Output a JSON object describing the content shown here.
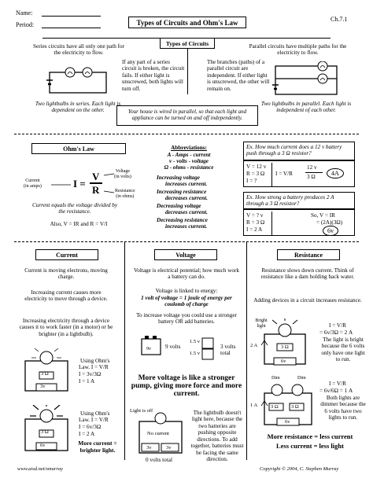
{
  "header": {
    "name_label": "Name:",
    "period_label": "Period:",
    "chapter": "Ch.7.1",
    "title": "Types of Circuits and Ohm's Law"
  },
  "circuits": {
    "box_title": "Types of Circuits",
    "series_intro": "Series circuits have all only one path for the electricity to flow.",
    "series_caption": "Two lightbulbs in series. Each light is dependent on the other.",
    "series_fail": "If any part of a series circuit is broken, the circuit fails. If either light is unscrewed, both lights will turn off.",
    "parallel_branches": "The branches (paths) of a parallel circuit are independent. If either light is unscrewed, the other will remain on.",
    "parallel_intro": "Parallel circuits have multiple paths for the electricity to flow.",
    "parallel_caption": "Two lightbulbs in parallel. Each light is independent of each other.",
    "house_note": "Your house is wired in parallel, so that each light and appliance can be turned on and off independently."
  },
  "ohms": {
    "box_title": "Ohm's Law",
    "current_label": "Current\n(in amps)",
    "voltage_label": "Voltage\n(in volts)",
    "resistance_label": "Resistance\n(in ohms)",
    "eq_I": "I =",
    "eq_V": "V",
    "eq_R": "R",
    "desc": "Current equals the voltage divided by the resistance.",
    "also": "Also, V = IR  and  R = V/I",
    "abbr_title": "Abbreviations:",
    "abbr_A": "A - Amps - current",
    "abbr_v": "v - volts - voltage",
    "abbr_o": "Ω - ohms - resistance",
    "rule1a": "Increasing voltage",
    "rule1b": "increases current.",
    "rule2a": "Increasing resistance",
    "rule2b": "decreases current.",
    "rule3a": "Decreasing voltage",
    "rule3b": "decreases current.",
    "rule4a": "Decreasing resistance",
    "rule4b": "increases current.",
    "ex1_q": "Ex. How much current does a 12 v battery push through a 3 Ω resistor?",
    "ex1_l1": "V = 12 v",
    "ex1_l2": "R = 3 Ω",
    "ex1_l3": "I = ?",
    "ex1_eq": "I = V/R",
    "ex1_num": "12 v",
    "ex1_den": "3 Ω",
    "ex1_ans": "4A",
    "ex2_q": "Ex. How strong a battery produces 2 A through a 3 Ω resistor?",
    "ex2_l1": "V = ? v",
    "ex2_l2": "R = 3 Ω",
    "ex2_l3": "I = 2 A",
    "ex2_r1": "So, V = IR",
    "ex2_r2": "= (2A)(3Ω)",
    "ex2_ans": "6v"
  },
  "current": {
    "box_title": "Current",
    "p1": "Current is moving electrons, moving charge.",
    "p2": "Increasing current causes more electricity to move through a device.",
    "p3": "Increasing electricity through a device causes it to work faster (in a motor) or be brighter (in a lightbulb).",
    "c1_l1": "Using Ohm's",
    "c1_l2": "Law. I = V/R",
    "c1_l3": "I = 3v/3Ω",
    "c1_l4": "I = 1 A",
    "c1_res": "3 Ω",
    "c1_bat": "3v",
    "c2_l1": "Using Ohm's",
    "c2_l2": "Law. I = V/R",
    "c2_l3": "I = 6v/3Ω",
    "c2_l4": "I = 2 A",
    "c2_res": "3 Ω",
    "c2_bat": "6v",
    "more": "More current = brighter light."
  },
  "voltage": {
    "box_title": "Voltage",
    "p1": "Voltage is electrical potential; how much work a battery can do.",
    "p2a": "Voltage is linked to energy:",
    "p2b": "1 volt of voltage = 1 joule of energy per coulomb of charge",
    "p3": "To increase voltage you could use a stronger battery OR add batteries.",
    "bat9": "9 volts",
    "bat15a": "1.5 v",
    "bat15b": "1.5 v",
    "bat3": "3 volts total",
    "big": "More voltage is like a stronger pump, giving more force and more current.",
    "light_off": "Light is off",
    "no_current": "No current",
    "bat3a": "3v",
    "bat3b": "3v",
    "zero": "0 volts total",
    "explain": "The lightbulb doesn't light here, because the two batteries are pushing opposite directions. To add together, batteries must be facing the same direction."
  },
  "resistance": {
    "box_title": "Resistance",
    "p1": "Resistance slows down current. Think of resistance like a dam holding back water.",
    "p2": "Adding devices in a circuit increases resistance.",
    "bright": "Bright light",
    "amp2": "2 A",
    "r1": "3 Ω",
    "bat1": "6v",
    "e1_l1": "I = V/R",
    "e1_l2": "= 6v/3Ω = 2 A",
    "e1_l3": "The light is bright because the 6 volts only have one light to run.",
    "dim1": "Dim",
    "dim2": "Dim",
    "amp1": "1 A",
    "r2a": "3 Ω",
    "r2b": "3 Ω",
    "bat2": "6v",
    "e2_l1": "I = V/R",
    "e2_l2": "= 6v/6Ω = 1 A",
    "e2_l3": "Both lights are dimmer because the 6 volts have two lights to run.",
    "more": "More resistance = less current",
    "less": "Less current = less light"
  },
  "footer": {
    "url": "www.aisd.net/smurray",
    "copyright": "Copyright © 2004, C. Stephen Murray"
  }
}
